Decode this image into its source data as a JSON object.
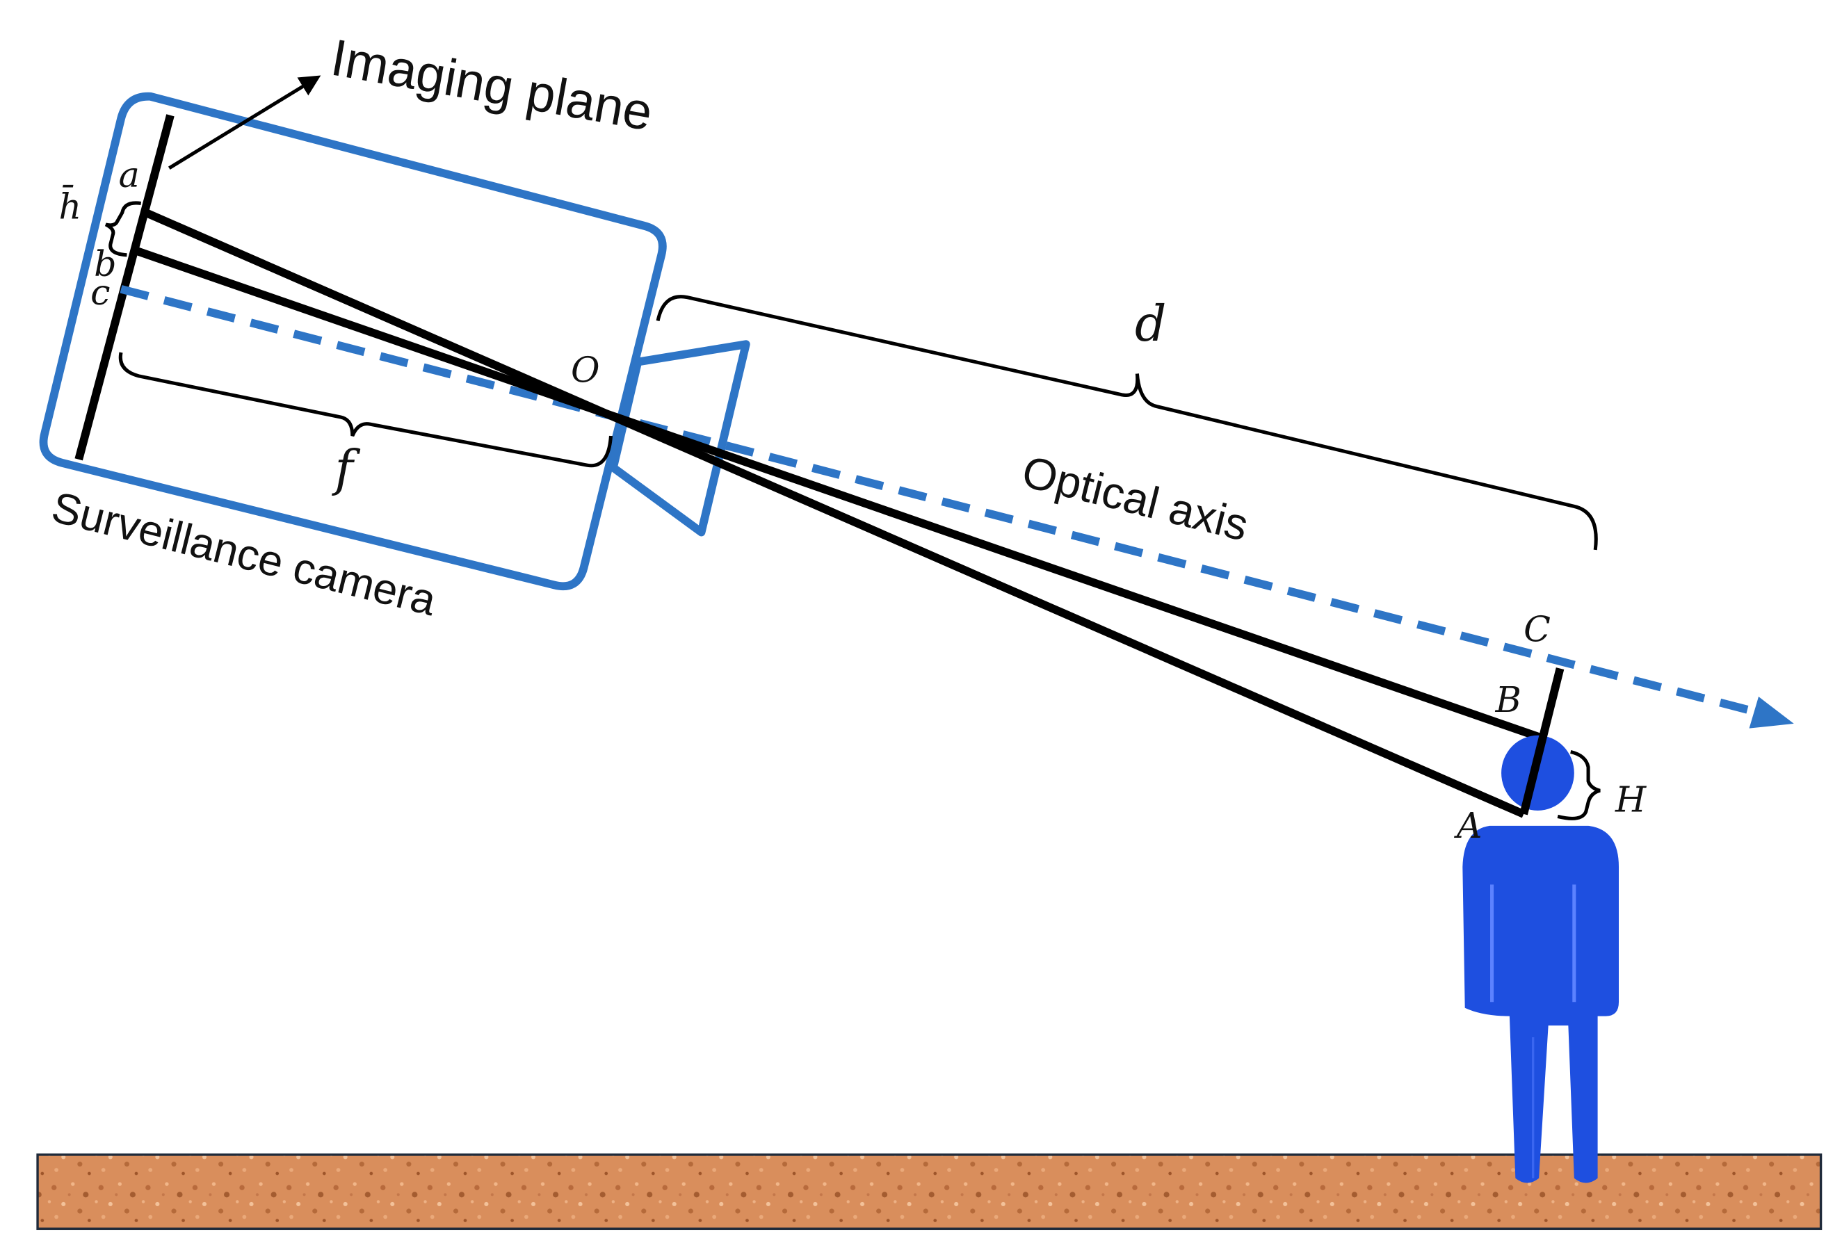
{
  "labels": {
    "imaging_plane": "Imaging plane",
    "surveillance_camera": "Surveillance camera",
    "optical_axis": "Optical axis",
    "h_bar": "h̄",
    "a": "a",
    "b": "b",
    "c": "c",
    "O": "O",
    "f": "f",
    "d": "d",
    "A": "A",
    "B": "B",
    "C": "C",
    "H": "H"
  },
  "colors": {
    "camera_blue": "#2E75C6",
    "person_blue": "#1E4FE0",
    "ground": "#D98E5C",
    "line": "#000000"
  }
}
